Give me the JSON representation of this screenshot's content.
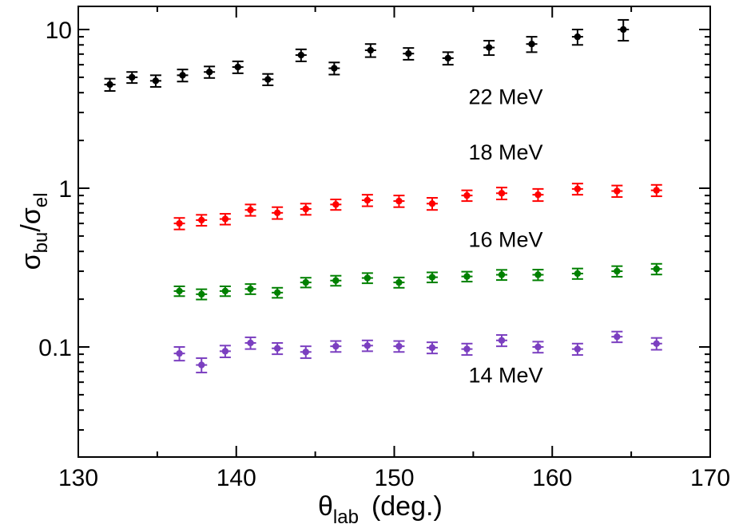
{
  "chart_data": {
    "type": "scatter",
    "title": "",
    "xlabel": {
      "symbol": "θ",
      "subscript": "lab",
      "unit": "(deg.)"
    },
    "ylabel": {
      "num": "σ",
      "num_sub": "bu",
      "sep": "/",
      "den": "σ",
      "den_sub": "el"
    },
    "xlim": [
      130,
      170
    ],
    "ylim": [
      0.02,
      15
    ],
    "yscale": "log",
    "x_ticks": [
      130,
      140,
      150,
      160,
      170
    ],
    "x_tick_labels": [
      "130",
      "140",
      "150",
      "160",
      "170"
    ],
    "y_ticks": [
      0.1,
      1,
      10
    ],
    "y_tick_labels": [
      "0.1",
      "1",
      "10"
    ],
    "grid": false,
    "legend": "none",
    "series": [
      {
        "name": "22 MeV",
        "color": "#000000",
        "points": [
          {
            "x": 132.0,
            "y": 4.5,
            "err": 0.4
          },
          {
            "x": 133.4,
            "y": 5.0,
            "err": 0.4
          },
          {
            "x": 134.9,
            "y": 4.75,
            "err": 0.4
          },
          {
            "x": 136.6,
            "y": 5.15,
            "err": 0.45
          },
          {
            "x": 138.3,
            "y": 5.4,
            "err": 0.45
          },
          {
            "x": 140.1,
            "y": 5.8,
            "err": 0.5
          },
          {
            "x": 142.0,
            "y": 4.85,
            "err": 0.4
          },
          {
            "x": 144.1,
            "y": 6.9,
            "err": 0.6
          },
          {
            "x": 146.2,
            "y": 5.7,
            "err": 0.5
          },
          {
            "x": 148.5,
            "y": 7.4,
            "err": 0.7
          },
          {
            "x": 150.9,
            "y": 7.05,
            "err": 0.6
          },
          {
            "x": 153.4,
            "y": 6.6,
            "err": 0.6
          },
          {
            "x": 156.0,
            "y": 7.7,
            "err": 0.8
          },
          {
            "x": 158.7,
            "y": 8.1,
            "err": 0.9
          },
          {
            "x": 161.6,
            "y": 9.0,
            "err": 1.0
          },
          {
            "x": 164.5,
            "y": 10.0,
            "err": 1.5
          }
        ]
      },
      {
        "name": "18 MeV",
        "color": "#ff0000",
        "points": [
          {
            "x": 136.4,
            "y": 0.6,
            "err": 0.05
          },
          {
            "x": 137.8,
            "y": 0.63,
            "err": 0.05
          },
          {
            "x": 139.3,
            "y": 0.64,
            "err": 0.05
          },
          {
            "x": 140.9,
            "y": 0.73,
            "err": 0.06
          },
          {
            "x": 142.6,
            "y": 0.7,
            "err": 0.06
          },
          {
            "x": 144.4,
            "y": 0.74,
            "err": 0.06
          },
          {
            "x": 146.3,
            "y": 0.79,
            "err": 0.06
          },
          {
            "x": 148.3,
            "y": 0.84,
            "err": 0.07
          },
          {
            "x": 150.3,
            "y": 0.83,
            "err": 0.07
          },
          {
            "x": 152.4,
            "y": 0.8,
            "err": 0.07
          },
          {
            "x": 154.6,
            "y": 0.9,
            "err": 0.07
          },
          {
            "x": 156.8,
            "y": 0.93,
            "err": 0.08
          },
          {
            "x": 159.1,
            "y": 0.91,
            "err": 0.08
          },
          {
            "x": 161.6,
            "y": 0.99,
            "err": 0.08
          },
          {
            "x": 164.1,
            "y": 0.96,
            "err": 0.08
          },
          {
            "x": 166.6,
            "y": 0.97,
            "err": 0.08
          }
        ]
      },
      {
        "name": "16 MeV",
        "color": "#008000",
        "points": [
          {
            "x": 136.4,
            "y": 0.225,
            "err": 0.016
          },
          {
            "x": 137.8,
            "y": 0.215,
            "err": 0.016
          },
          {
            "x": 139.3,
            "y": 0.225,
            "err": 0.016
          },
          {
            "x": 140.9,
            "y": 0.232,
            "err": 0.017
          },
          {
            "x": 142.6,
            "y": 0.22,
            "err": 0.016
          },
          {
            "x": 144.4,
            "y": 0.255,
            "err": 0.018
          },
          {
            "x": 146.3,
            "y": 0.262,
            "err": 0.019
          },
          {
            "x": 148.3,
            "y": 0.272,
            "err": 0.02
          },
          {
            "x": 150.3,
            "y": 0.255,
            "err": 0.019
          },
          {
            "x": 152.4,
            "y": 0.275,
            "err": 0.02
          },
          {
            "x": 154.6,
            "y": 0.278,
            "err": 0.02
          },
          {
            "x": 156.8,
            "y": 0.285,
            "err": 0.021
          },
          {
            "x": 159.1,
            "y": 0.285,
            "err": 0.022
          },
          {
            "x": 161.6,
            "y": 0.29,
            "err": 0.022
          },
          {
            "x": 164.1,
            "y": 0.3,
            "err": 0.023
          },
          {
            "x": 166.6,
            "y": 0.31,
            "err": 0.024
          }
        ]
      },
      {
        "name": "14 MeV",
        "color": "#7b3fc0",
        "points": [
          {
            "x": 136.4,
            "y": 0.091,
            "err": 0.009
          },
          {
            "x": 137.8,
            "y": 0.077,
            "err": 0.008
          },
          {
            "x": 139.3,
            "y": 0.094,
            "err": 0.008
          },
          {
            "x": 140.9,
            "y": 0.106,
            "err": 0.009
          },
          {
            "x": 142.6,
            "y": 0.098,
            "err": 0.008
          },
          {
            "x": 144.4,
            "y": 0.093,
            "err": 0.008
          },
          {
            "x": 146.3,
            "y": 0.101,
            "err": 0.008
          },
          {
            "x": 148.3,
            "y": 0.102,
            "err": 0.008
          },
          {
            "x": 150.3,
            "y": 0.101,
            "err": 0.008
          },
          {
            "x": 152.4,
            "y": 0.099,
            "err": 0.008
          },
          {
            "x": 154.6,
            "y": 0.097,
            "err": 0.008
          },
          {
            "x": 156.8,
            "y": 0.11,
            "err": 0.009
          },
          {
            "x": 159.1,
            "y": 0.1,
            "err": 0.008
          },
          {
            "x": 161.6,
            "y": 0.097,
            "err": 0.008
          },
          {
            "x": 164.1,
            "y": 0.116,
            "err": 0.009
          },
          {
            "x": 166.6,
            "y": 0.105,
            "err": 0.009
          }
        ]
      }
    ],
    "annotations": [
      {
        "series": 0,
        "text": "22 MeV",
        "x": 154.7,
        "y": 3.8
      },
      {
        "series": 1,
        "text": "18 MeV",
        "x": 154.7,
        "y": 1.7
      },
      {
        "series": 2,
        "text": "16 MeV",
        "x": 154.7,
        "y": 0.48
      },
      {
        "series": 3,
        "text": "14 MeV",
        "x": 154.7,
        "y": 0.067
      }
    ]
  }
}
